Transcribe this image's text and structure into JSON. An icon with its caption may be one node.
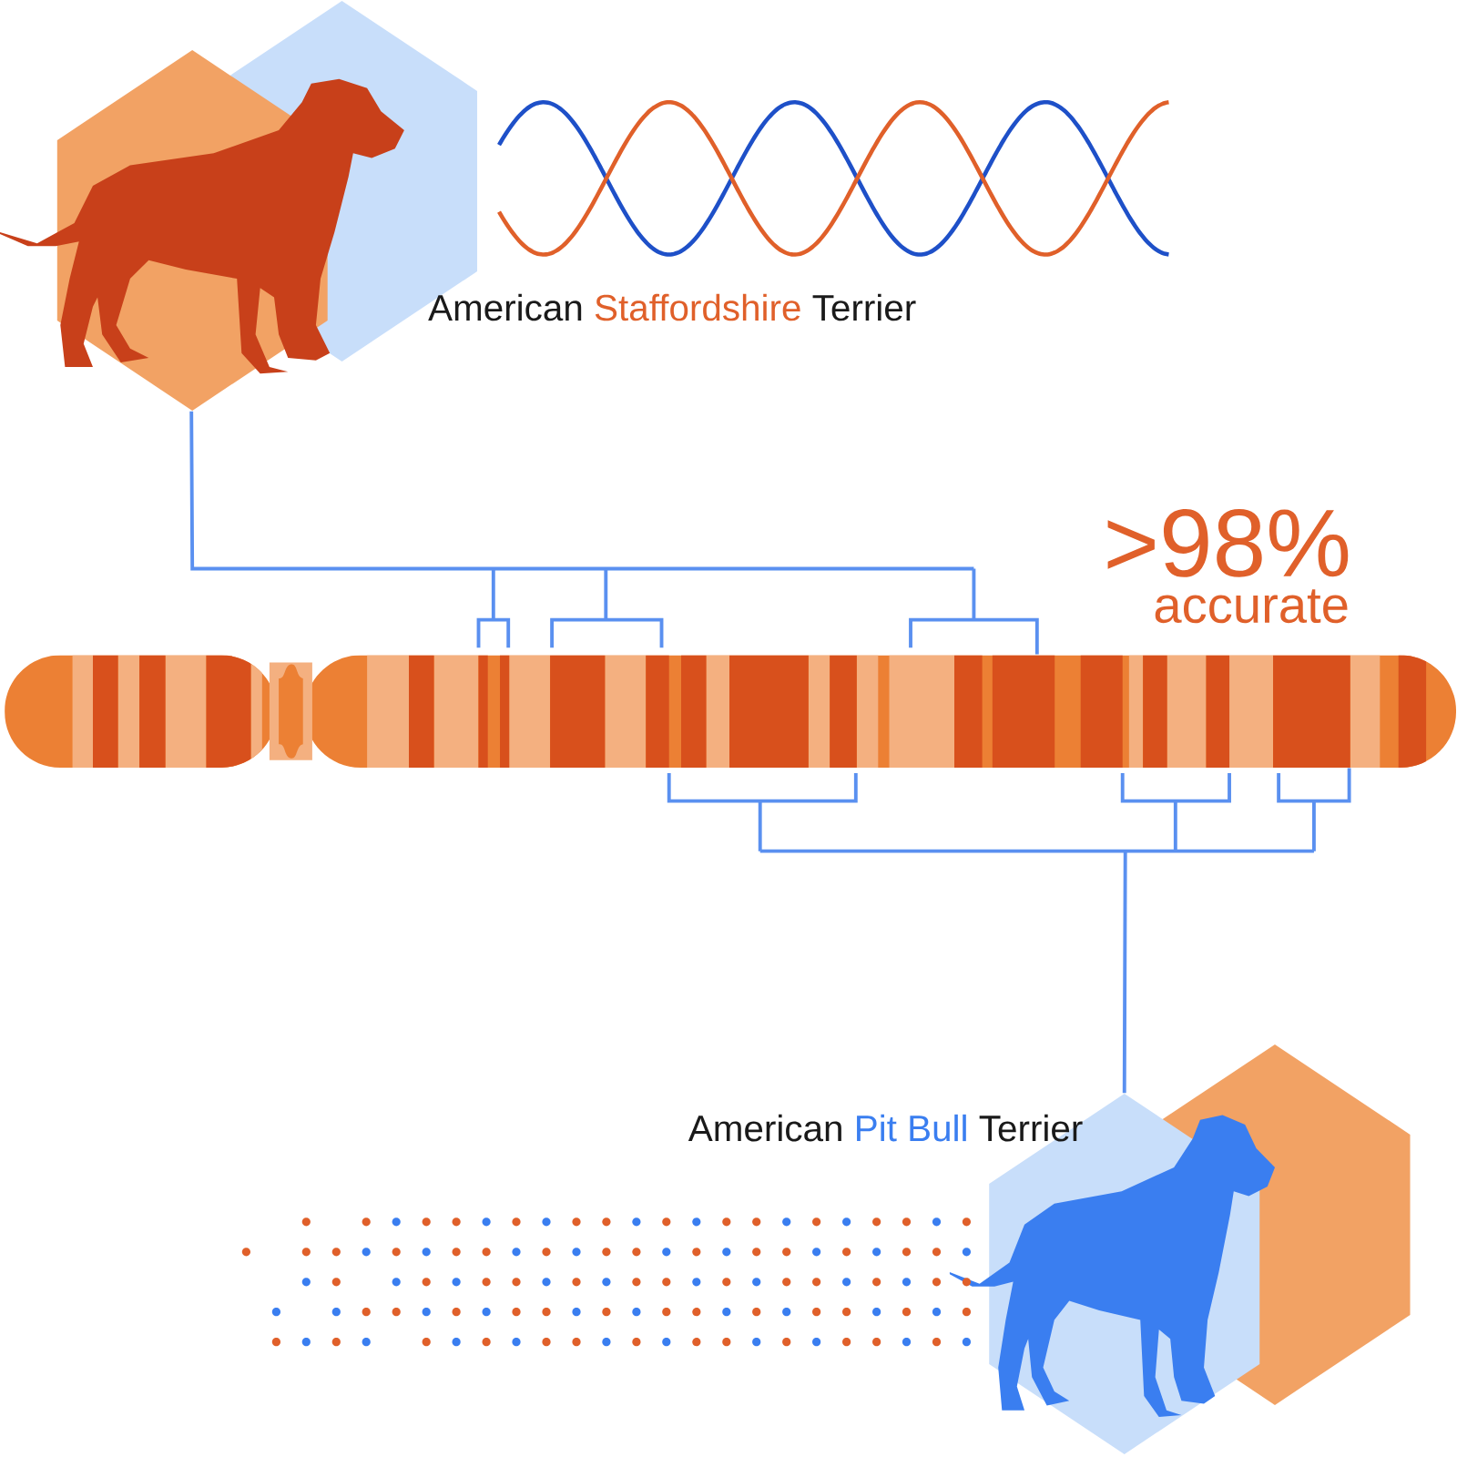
{
  "diagram": {
    "nodes": [
      {
        "text": [],
        "shape": "picture",
        "beside": [
          "American",
          "Staffordshire",
          "Terrier"
        ]
      },
      {
        "text": [],
        "shape": "bar"
      },
      {
        "text": [],
        "shape": "picture",
        "beside": [
          "American",
          "Pit Bull",
          "Terrier"
        ]
      }
    ],
    "edges": [
      {
        "from": 0,
        "to": 1,
        "arrow": "none"
      },
      {
        "from": 2,
        "to": 1,
        "arrow": "none"
      }
    ],
    "labels": [
      ">98%",
      "accurate"
    ]
  }
}
